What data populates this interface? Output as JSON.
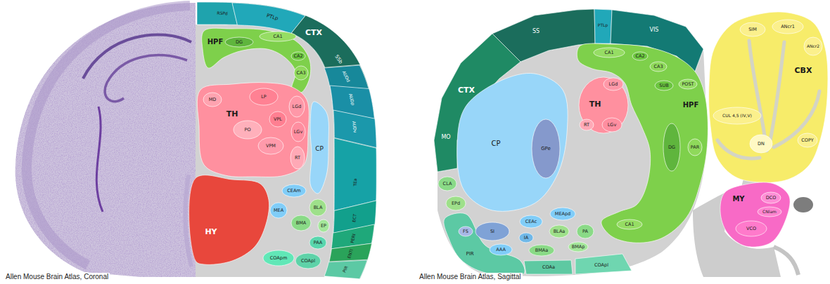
{
  "diagram": {
    "nodes": [
      {
        "text": [
          "CTX"
        ]
      },
      {
        "text": [
          "RSPd"
        ],
        "in": 0
      },
      {
        "text": [
          "PTLp"
        ],
        "in": 0
      },
      {
        "text": [
          "SSb"
        ],
        "in": 0
      },
      {
        "text": [
          "AUDd"
        ],
        "in": 0
      },
      {
        "text": [
          "AUDp"
        ],
        "in": 0
      },
      {
        "text": [
          "AUDv"
        ],
        "in": 0
      },
      {
        "text": [
          "TEa"
        ],
        "in": 0
      },
      {
        "text": [
          "ECT"
        ],
        "in": 0
      },
      {
        "text": [
          "PERI"
        ],
        "in": 0
      },
      {
        "text": [
          "ENTl"
        ],
        "in": 0
      },
      {
        "text": [
          "PIR"
        ],
        "in": 0
      },
      {
        "text": [
          "HPF"
        ]
      },
      {
        "text": [
          "CA1"
        ],
        "in": 12
      },
      {
        "text": [
          "CA2"
        ],
        "in": 12
      },
      {
        "text": [
          "CA3"
        ],
        "in": 12
      },
      {
        "text": [
          "DG"
        ],
        "in": 12
      },
      {
        "text": [
          "TH"
        ]
      },
      {
        "text": [
          "MD"
        ],
        "in": 17
      },
      {
        "text": [
          "LP"
        ],
        "in": 17
      },
      {
        "text": [
          "LGd"
        ],
        "in": 17
      },
      {
        "text": [
          "PO"
        ],
        "in": 17
      },
      {
        "text": [
          "VPL"
        ],
        "in": 17
      },
      {
        "text": [
          "VPM"
        ],
        "in": 17
      },
      {
        "text": [
          "LGv"
        ],
        "in": 17
      },
      {
        "text": [
          "RT"
        ],
        "in": 17
      },
      {
        "text": [
          "HY"
        ]
      },
      {
        "text": [
          "CP"
        ]
      },
      {
        "text": [
          "CEAm"
        ]
      },
      {
        "text": [
          "MEA"
        ]
      },
      {
        "text": [
          "BLA"
        ]
      },
      {
        "text": [
          "BMA"
        ]
      },
      {
        "text": [
          "EP"
        ]
      },
      {
        "text": [
          "PAA"
        ]
      },
      {
        "text": [
          "COApm"
        ]
      },
      {
        "text": [
          "COApl"
        ]
      },
      {
        "text": [
          "CTX"
        ]
      },
      {
        "text": [
          "MO"
        ],
        "in": 36
      },
      {
        "text": [
          "SS"
        ],
        "in": 36
      },
      {
        "text": [
          "PTLp"
        ],
        "in": 36
      },
      {
        "text": [
          "VIS"
        ],
        "in": 36
      },
      {
        "text": [
          "CLA"
        ]
      },
      {
        "text": [
          "EPd"
        ]
      },
      {
        "text": [
          "PIR"
        ]
      },
      {
        "text": [
          "CP"
        ]
      },
      {
        "text": [
          "GPe"
        ]
      },
      {
        "text": [
          "FS"
        ]
      },
      {
        "text": [
          "SI"
        ]
      },
      {
        "text": [
          "AAA"
        ]
      },
      {
        "text": [
          "CEAc"
        ]
      },
      {
        "text": [
          "IA"
        ]
      },
      {
        "text": [
          "MEApd"
        ]
      },
      {
        "text": [
          "BLAa"
        ]
      },
      {
        "text": [
          "BMAa"
        ]
      },
      {
        "text": [
          "PA"
        ]
      },
      {
        "text": [
          "BMAp"
        ]
      },
      {
        "text": [
          "COAa"
        ]
      },
      {
        "text": [
          "COApl"
        ]
      },
      {
        "text": [
          "HPF"
        ]
      },
      {
        "text": [
          "CA1"
        ],
        "in": 58
      },
      {
        "text": [
          "CA2"
        ],
        "in": 58
      },
      {
        "text": [
          "CA3"
        ],
        "in": 58
      },
      {
        "text": [
          "SUB"
        ],
        "in": 58
      },
      {
        "text": [
          "POST"
        ],
        "in": 58
      },
      {
        "text": [
          "DG"
        ],
        "in": 58
      },
      {
        "text": [
          "PAR"
        ],
        "in": 58
      },
      {
        "text": [
          "CA1"
        ],
        "in": 58
      },
      {
        "text": [
          "TH"
        ]
      },
      {
        "text": [
          "LGd"
        ],
        "in": 67
      },
      {
        "text": [
          "RT"
        ],
        "in": 67
      },
      {
        "text": [
          "LGv"
        ],
        "in": 67
      },
      {
        "text": [
          "CBX"
        ]
      },
      {
        "text": [
          "SIM"
        ],
        "in": 71
      },
      {
        "text": [
          "ANcr1"
        ],
        "in": 71
      },
      {
        "text": [
          "ANcr2"
        ],
        "in": 71
      },
      {
        "text": [
          "CUL 4,5 (IV,V)"
        ],
        "in": 71
      },
      {
        "text": [
          "DN"
        ],
        "in": 71
      },
      {
        "text": [
          "COPY"
        ],
        "in": 71
      },
      {
        "text": [
          "MY"
        ]
      },
      {
        "text": [
          "DCO"
        ],
        "in": 78
      },
      {
        "text": [
          "CNlam"
        ],
        "in": 78
      },
      {
        "text": [
          "VCO"
        ],
        "in": 78
      }
    ],
    "labels": [
      "Allen Mouse Brain Atlas, Coronal",
      "Allen Mouse Brain Atlas, Sagittal"
    ]
  }
}
